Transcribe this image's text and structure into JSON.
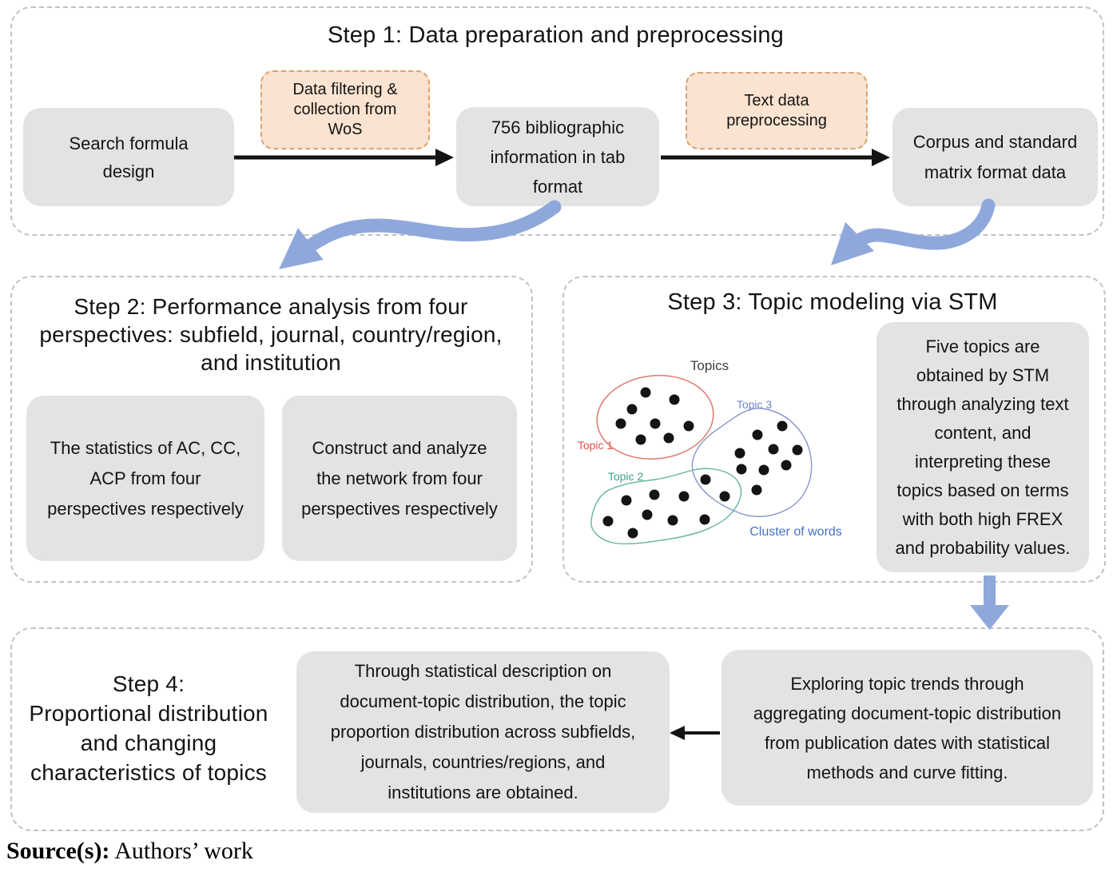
{
  "figure": {
    "source_label": "Source(s):",
    "source_text": " Authors’ work"
  },
  "colors": {
    "background": "#ffffff",
    "box_gray": "#e3e3e3",
    "peach_fill": "#fae3d0",
    "peach_border": "#d9a271",
    "container_dash": "#c2c2c2",
    "flow_arrow_black": "#141414",
    "accent_arrow_blue": "#8fa8dc",
    "topic1_red": "#e0524c",
    "topic2_teal": "#3da08e",
    "topic3_blue": "#7282c8",
    "cluster_label_blue": "#4472c4",
    "text": "#141414"
  },
  "step1": {
    "title": "Step 1: Data preparation and preprocessing",
    "boxes": {
      "search": "Search formula\ndesign",
      "biblio": "756 bibliographic\ninformation in tab\nformat",
      "corpus": "Corpus and standard\nmatrix format data"
    },
    "labels": {
      "filtering": "Data filtering &\ncollection from\nWoS",
      "preprocessing": "Text data\npreprocessing"
    }
  },
  "step2": {
    "title": "Step 2: Performance analysis from four\nperspectives: subfield, journal, country/region,\nand institution",
    "boxes": {
      "statistics": "The statistics of AC, CC,\nACP from four\nperspectives respectively",
      "network": "Construct and analyze\nthe network from four\nperspectives respectively"
    }
  },
  "step3": {
    "title": "Step 3: Topic modeling via STM",
    "summary": "Five topics are\nobtained by STM\nthrough analyzing text\ncontent, and\ninterpreting these\ntopics based on terms\nwith both high FREX\nand probability values.",
    "diagram": {
      "labels": {
        "topics": "Topics",
        "topic1": "Topic 1",
        "topic2": "Topic 2",
        "topic3": "Topic 3",
        "cluster": "Cluster of words"
      },
      "dot_radius": 6.5,
      "clusters": [
        {
          "name": "topic1",
          "dots": [
            [
              103,
              66
            ],
            [
              139,
              75
            ],
            [
              86,
              87
            ],
            [
              72,
              105
            ],
            [
              115,
              105
            ],
            [
              157,
              108
            ],
            [
              97,
              125
            ],
            [
              132,
              123
            ]
          ]
        },
        {
          "name": "topic3",
          "dots": [
            [
              274,
              108
            ],
            [
              243,
              119
            ],
            [
              263,
              137
            ],
            [
              293,
              138
            ],
            [
              221,
              142
            ],
            [
              279,
              157
            ],
            [
              223,
              162
            ],
            [
              251,
              163
            ],
            [
              242,
              188
            ]
          ]
        },
        {
          "name": "overlap",
          "dots": [
            [
              178,
              175
            ],
            [
              202,
              196
            ]
          ]
        },
        {
          "name": "topic2",
          "dots": [
            [
              79,
              201
            ],
            [
              114,
              194
            ],
            [
              151,
              196
            ],
            [
              105,
              219
            ],
            [
              56,
              227
            ],
            [
              137,
              226
            ],
            [
              177,
              225
            ],
            [
              87,
              242
            ]
          ]
        }
      ]
    }
  },
  "step4": {
    "title": "Step 4:\nProportional distribution\nand changing\ncharacteristics of topics",
    "boxes": {
      "distribution": "Through statistical description on\ndocument-topic distribution, the topic\nproportion distribution across subfields,\njournals, countries/regions, and\ninstitutions are obtained.",
      "trends": "Exploring topic trends through\naggregating document-topic distribution\nfrom publication dates with statistical\nmethods and curve fitting."
    }
  }
}
